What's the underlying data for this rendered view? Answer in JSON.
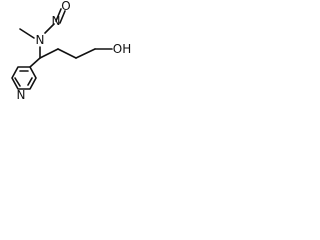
{
  "molecule": {
    "atoms": {
      "methylamine_n": "N",
      "nitroso_n": "N",
      "nitroso_o": "O",
      "pyridine_n": "N",
      "hydroxyl": "OH"
    },
    "colors": {
      "stroke": "#111111",
      "background": "#ffffff"
    }
  }
}
